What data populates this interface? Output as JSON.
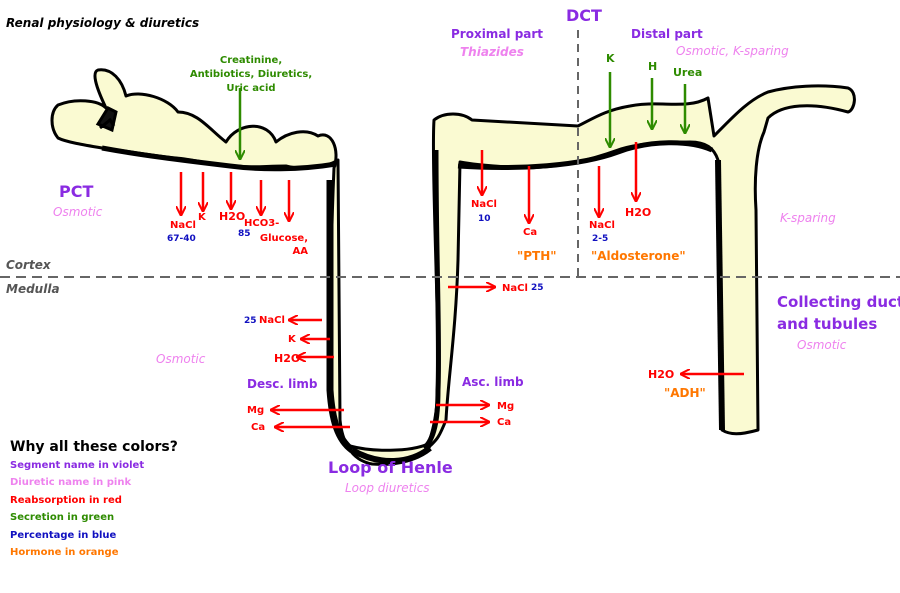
{
  "header": {
    "title": "Renal physiology & diuretics"
  },
  "zones": {
    "cortex": "Cortex",
    "medulla": "Medulla"
  },
  "pct": {
    "name": "PCT",
    "diuretic": "Osmotic",
    "secretion": "Creatinine, Antibiotics, Diuretics, Uric acid",
    "reabsorbed": {
      "nacl": "NaCl",
      "k": "K",
      "h2o": "H2O",
      "hco3": "HCO3-",
      "glucose": "Glucose, AA"
    },
    "pct_nacl": "67-40",
    "pct_hco3": "85"
  },
  "dct": {
    "name": "DCT",
    "proximal": {
      "name": "Proximal part",
      "diuretic": "Thiazides",
      "nacl": "NaCl",
      "pct_nacl": "10",
      "ca": "Ca",
      "hormone": "\"PTH\""
    },
    "distal": {
      "name": "Distal part",
      "diuretic": "Osmotic, K-sparing",
      "k": "K",
      "h": "H",
      "urea": "Urea",
      "nacl": "NaCl",
      "pct_nacl": "2-5",
      "h2o": "H2O",
      "hormone": "\"Aldosterone\""
    }
  },
  "loop": {
    "name": "Loop of Henle",
    "diuretic": "Loop diuretics",
    "osmotic": "Osmotic",
    "desc": {
      "name": "Desc. limb",
      "pct_nacl": "25",
      "nacl": "NaCl",
      "k": "K",
      "h2o": "H2O",
      "mg": "Mg",
      "ca": "Ca"
    },
    "asc": {
      "name": "Asc. limb",
      "nacl": "NaCl",
      "pct_nacl": "25",
      "mg": "Mg",
      "ca": "Ca"
    }
  },
  "cd": {
    "name_line1": "Collecting duct",
    "name_line2": "and tubules",
    "diuretic": "Osmotic",
    "ksparing": "K-sparing",
    "h2o": "H2O",
    "hormone": "\"ADH\""
  },
  "legend": {
    "title": "Why all these colors?",
    "items": [
      "Segment name in violet",
      "Diuretic name in pink",
      "Reabsorption in red",
      "Secretion in green",
      "Percentage in blue",
      "Hormone in orange"
    ],
    "colors": [
      "#8a2be2",
      "#ee82ee",
      "#ff0000",
      "#2e8b00",
      "#1010c0",
      "#ff7700"
    ]
  },
  "colors": {
    "tubule_fill": "#fafad2",
    "outline": "#000000",
    "reabsorption": "#ff0000",
    "secretion": "#2e8b00"
  }
}
